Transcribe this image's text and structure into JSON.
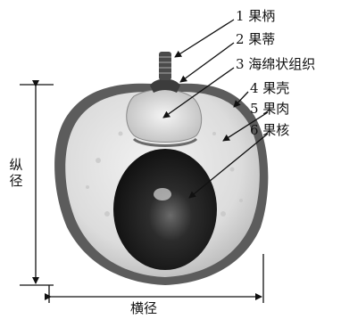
{
  "labels": {
    "l1": "1 果柄",
    "l2": "2 果蒂",
    "l3": "3 海绵状组织",
    "l4": "4 果壳",
    "l5": "5 果肉",
    "l6": "6 果核"
  },
  "dimensions": {
    "vertical": "纵径",
    "vertical_char1": "纵",
    "vertical_char2": "径",
    "horizontal": "横径"
  },
  "colors": {
    "shell": "#5a5a5a",
    "flesh": "#d8d8d8",
    "seed": "#1c1c1c",
    "line": "#111111"
  }
}
